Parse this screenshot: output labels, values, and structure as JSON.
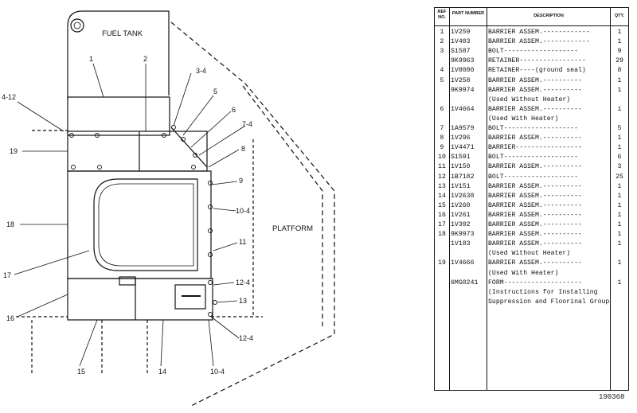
{
  "diagram": {
    "labels": {
      "fuel_tank": "FUEL TANK",
      "platform": "PLATFORM",
      "c1": "1",
      "c2": "2",
      "c3_4": "3-4",
      "c4_12": "4-12",
      "c5": "5",
      "c6": "6",
      "c7_4": "7-4",
      "c8": "8",
      "c9": "9",
      "c10_4": "10-4",
      "c11": "11",
      "c12_4": "12-4",
      "c13": "13",
      "c12_4b": "12-4",
      "c10_4b": "10-4",
      "c14": "14",
      "c15": "15",
      "c16": "16",
      "c17": "17",
      "c18": "18",
      "c19": "19"
    }
  },
  "table": {
    "headers": {
      "ref": "REF NO.",
      "part": "PART NUMBER",
      "desc": "DESCRIPTION",
      "qty": "QTY."
    },
    "rows": [
      {
        "ref": "1",
        "part": "1V259",
        "desc": "BARRIER ASSEM.------------",
        "qty": "1"
      },
      {
        "ref": "2",
        "part": "1V403",
        "desc": "BARRIER ASSEM.------------",
        "qty": "1"
      },
      {
        "ref": "3",
        "part": "S1587",
        "desc": "BOLT-------------------",
        "qty": "9"
      },
      {
        "ref": "",
        "part": "9K9963",
        "desc": "RETAINER-----------------",
        "qty": "29"
      },
      {
        "ref": "4",
        "part": "1V8080",
        "desc": "RETAINER----(ground seal)",
        "qty": "8"
      },
      {
        "ref": "5",
        "part": "1V258",
        "desc": "BARRIER ASSEM.----------",
        "qty": "1"
      },
      {
        "ref": "",
        "part": "9K9974",
        "desc": "BARRIER ASSEM.----------",
        "qty": "1"
      },
      {
        "ref": "",
        "part": "",
        "desc": "(Used Without Heater)",
        "qty": ""
      },
      {
        "ref": "6",
        "part": "1V4664",
        "desc": "BARRIER ASSEM.----------",
        "qty": "1"
      },
      {
        "ref": "",
        "part": "",
        "desc": "(Used With Heater)",
        "qty": ""
      },
      {
        "ref": "7",
        "part": "1A9579",
        "desc": "BOLT-------------------",
        "qty": "5"
      },
      {
        "ref": "8",
        "part": "1V296",
        "desc": "BARRIER ASSEM.----------",
        "qty": "1"
      },
      {
        "ref": "9",
        "part": "1V4471",
        "desc": "BARRIER-----------------",
        "qty": "1"
      },
      {
        "ref": "10",
        "part": "S1591",
        "desc": "BOLT-------------------",
        "qty": "6"
      },
      {
        "ref": "11",
        "part": "1V150",
        "desc": "BARRIER ASSEM.----------",
        "qty": "3"
      },
      {
        "ref": "12",
        "part": "1B7182",
        "desc": "BOLT-------------------",
        "qty": "25"
      },
      {
        "ref": "13",
        "part": "1V151",
        "desc": "BARRIER ASSEM.----------",
        "qty": "1"
      },
      {
        "ref": "14",
        "part": "1V2638",
        "desc": "BARRIER ASSEM.----------",
        "qty": "1"
      },
      {
        "ref": "15",
        "part": "1V260",
        "desc": "BARRIER ASSEM.----------",
        "qty": "1"
      },
      {
        "ref": "16",
        "part": "1V261",
        "desc": "BARRIER ASSEM.----------",
        "qty": "1"
      },
      {
        "ref": "17",
        "part": "1V392",
        "desc": "BARRIER ASSEM.----------",
        "qty": "1"
      },
      {
        "ref": "18",
        "part": "9K9973",
        "desc": "BARRIER ASSEM.----------",
        "qty": "1"
      },
      {
        "ref": "",
        "part": "1V183",
        "desc": "BARRIER ASSEM.----------",
        "qty": "1"
      },
      {
        "ref": "",
        "part": "",
        "desc": "(Used Without Heater)",
        "qty": ""
      },
      {
        "ref": "19",
        "part": "1V4666",
        "desc": "BARRIER ASSEM.----------",
        "qty": "1"
      },
      {
        "ref": "",
        "part": "",
        "desc": "(Used With Heater)",
        "qty": ""
      },
      {
        "ref": "",
        "part": "6MG0241",
        "desc": "FORM--------------------",
        "qty": "1"
      },
      {
        "ref": "",
        "part": "",
        "desc": "(Instructions for Installing",
        "qty": ""
      },
      {
        "ref": "",
        "part": "",
        "desc": "Suppression and Floorinal Group)",
        "qty": ""
      }
    ]
  },
  "illustration_number": "190368"
}
